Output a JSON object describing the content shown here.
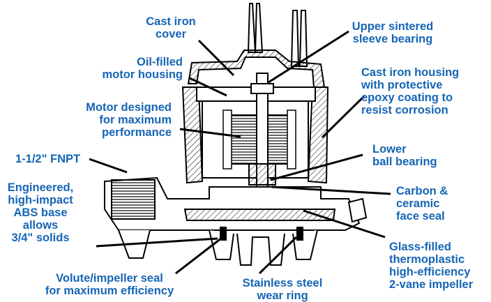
{
  "labels": {
    "cast_iron_cover": "Cast iron\ncover",
    "upper_bearing": "Upper sintered\nsleeve bearing",
    "oil_housing": "Oil-filled\nmotor housing",
    "cast_iron_housing": "Cast iron housing\nwith protective\nepoxy coating to\nresist corrosion",
    "motor": "Motor designed\nfor maximum\nperformance",
    "lower_bearing": "Lower\nball bearing",
    "fnpt": "1-1/2\" FNPT",
    "abs_base": "Engineered,\nhigh-impact\nABS base\nallows\n3/4\" solids",
    "carbon_seal": "Carbon &\nceramic\nface seal",
    "glass_impeller": "Glass-filled\nthermoplastic\nhigh-efficiency\n2-vane impeller",
    "volute_seal": "Volute/impeller seal\nfor maximum efficiency",
    "wear_ring": "Stainless steel\nwear ring"
  },
  "colors": {
    "label_blue": "#1565b5",
    "line": "#000000"
  }
}
